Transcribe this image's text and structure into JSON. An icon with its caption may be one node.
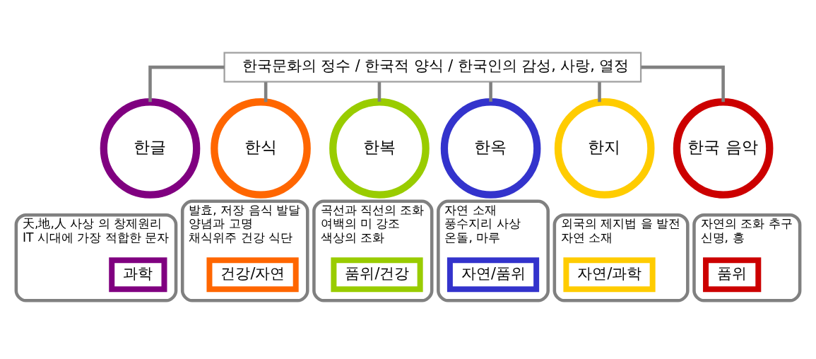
{
  "diagram": {
    "nodes": [
      {
        "text": [
          "한국문화의 정수 / 한국적 양식 / 한국인의 감성, 사랑, 열정"
        ]
      },
      {
        "text": [
          "한글"
        ]
      },
      {
        "text": [
          "天,地,人 사상 의 창제원리",
          "IT 시대에 가장 적합한 문자"
        ]
      },
      {
        "text": [
          "과학"
        ],
        "in": 2
      },
      {
        "text": [
          "한식"
        ]
      },
      {
        "text": [
          "발효, 저장 음식 발달",
          "양념과 고명",
          "채식위주 건강 식단"
        ]
      },
      {
        "text": [
          "건강/자연"
        ],
        "in": 5
      },
      {
        "text": [
          "한복"
        ]
      },
      {
        "text": [
          "곡선과 직선의 조화",
          "여백의 미 강조",
          "색상의 조화"
        ]
      },
      {
        "text": [
          "품위/건강"
        ],
        "in": 8
      },
      {
        "text": [
          "한옥"
        ]
      },
      {
        "text": [
          "자연 소재",
          "풍수지리 사상",
          "온돌, 마루"
        ]
      },
      {
        "text": [
          "자연/품위"
        ],
        "in": 11
      },
      {
        "text": [
          "한지"
        ]
      },
      {
        "text": [
          "외국의 제지법 을 발전",
          "자연 소재"
        ]
      },
      {
        "text": [
          "자연/과학"
        ],
        "in": 14
      },
      {
        "text": [
          "한국 음악"
        ]
      },
      {
        "text": [
          "자연의 조화 추구",
          "신명, 흥"
        ]
      },
      {
        "text": [
          "품위"
        ],
        "in": 17
      }
    ],
    "edges": [
      {
        "from": 0,
        "to": 1,
        "arrow": "none"
      },
      {
        "from": 0,
        "to": 4,
        "arrow": "none"
      },
      {
        "from": 0,
        "to": 7,
        "arrow": "none"
      },
      {
        "from": 0,
        "to": 10,
        "arrow": "none"
      },
      {
        "from": 0,
        "to": 13,
        "arrow": "none"
      },
      {
        "from": 0,
        "to": 16,
        "arrow": "none"
      }
    ]
  }
}
